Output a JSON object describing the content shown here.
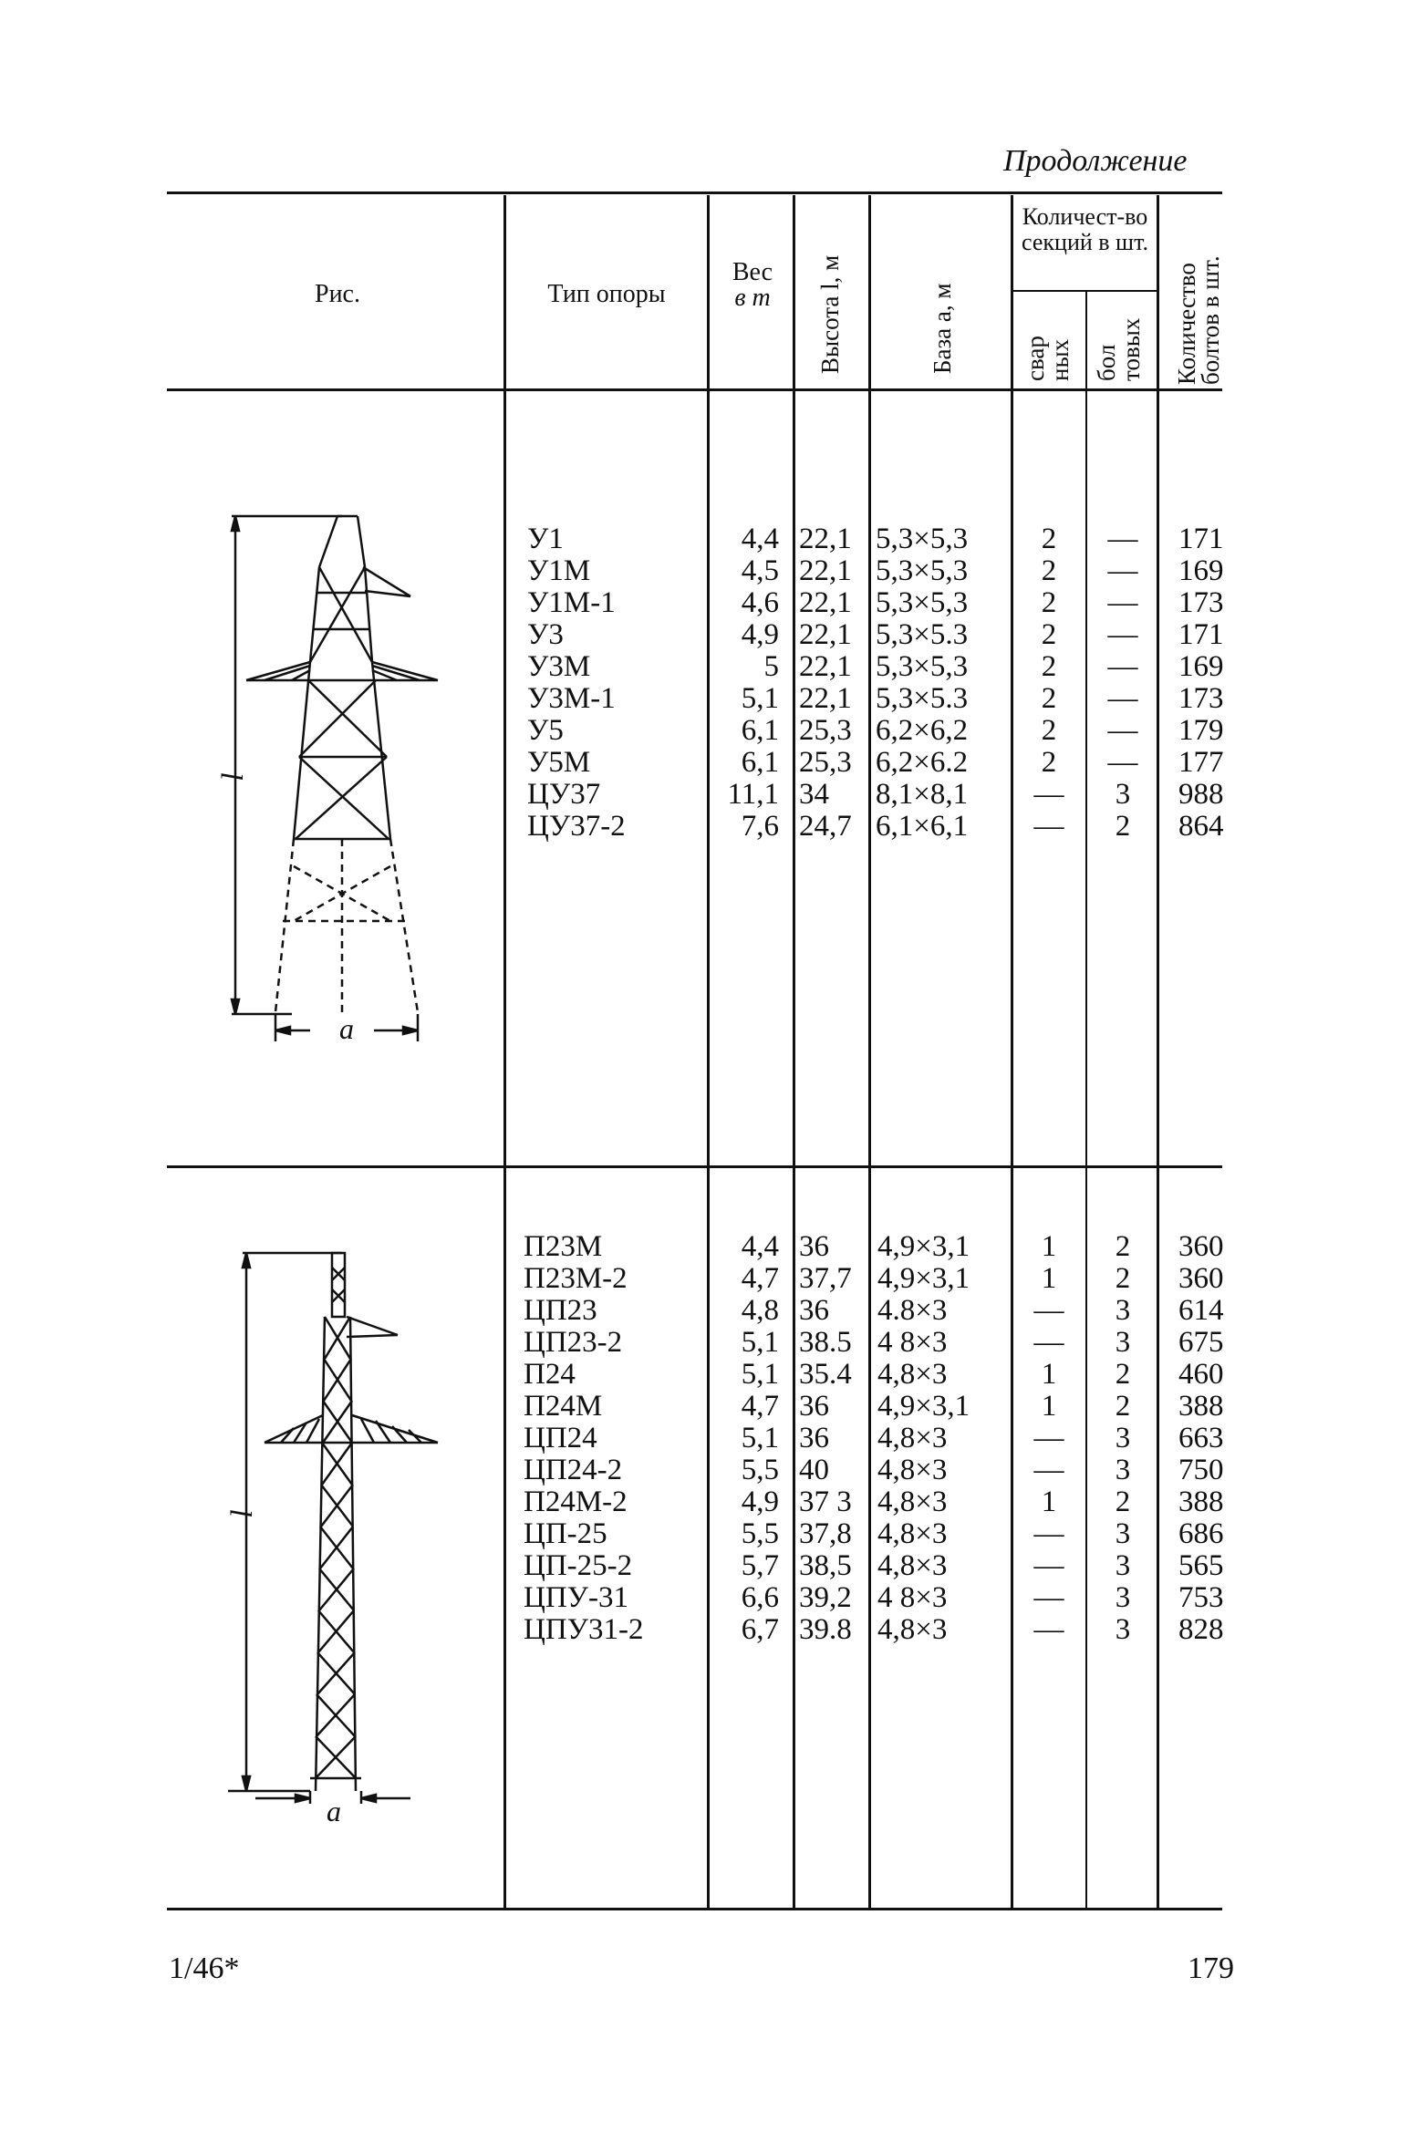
{
  "page": {
    "continuation": "Продолжение",
    "footer_left": "1/46*",
    "page_number": "179"
  },
  "header": {
    "fig": "Рис.",
    "type": "Тип опоры",
    "weight_line1": "Вес",
    "weight_line2": "в т",
    "height": "Высота l, м",
    "base": "База a, м",
    "sections": "Количест-во секций в шт.",
    "sections_welded": "свар ных",
    "sections_bolted": "бол товых",
    "bolts": "Количество болтов в шт."
  },
  "figures": {
    "label_l": "l",
    "label_a": "a"
  },
  "group1": {
    "types": [
      "У1",
      "У1М",
      "У1М-1",
      "У3",
      "У3М",
      "У3М-1",
      "У5",
      "У5М",
      "ЦУ37",
      "ЦУ37-2"
    ],
    "weights": [
      "4,4",
      "4,5",
      "4,6",
      "4,9",
      "5",
      "5,1",
      "6,1",
      "6,1",
      "11,1",
      "7,6"
    ],
    "heights": [
      "22,1",
      "22,1",
      "22,1",
      "22,1",
      "22,1",
      "22,1",
      "25,3",
      "25,3",
      "34",
      "24,7"
    ],
    "bases": [
      "5,3×5,3",
      "5,3×5,3",
      "5,3×5,3",
      "5,3×5.3",
      "5,3×5,3",
      "5,3×5.3",
      "6,2×6,2",
      "6,2×6.2",
      "8,1×8,1",
      "6,1×6,1"
    ],
    "welded": [
      "2",
      "2",
      "2",
      "2",
      "2",
      "2",
      "2",
      "2",
      "—",
      "—"
    ],
    "bolted": [
      "—",
      "—",
      "—",
      "—",
      "—",
      "—",
      "—",
      "—",
      "3",
      "2"
    ],
    "bolts": [
      "171",
      "169",
      "173",
      "171",
      "169",
      "173",
      "179",
      "177",
      "988",
      "864"
    ]
  },
  "group2": {
    "types": [
      "П23М",
      "П23М-2",
      "ЦП23",
      "ЦП23-2",
      "П24",
      "П24М",
      "ЦП24",
      "ЦП24-2",
      "П24М-2",
      "ЦП-25",
      "ЦП-25-2",
      "ЦПУ-31",
      "ЦПУ31-2"
    ],
    "weights": [
      "4,4",
      "4,7",
      "4,8",
      "5,1",
      "5,1",
      "4,7",
      "5,1",
      "5,5",
      "4,9",
      "5,5",
      "5,7",
      "6,6",
      "6,7"
    ],
    "heights": [
      "36",
      "37,7",
      "36",
      "38.5",
      "35.4",
      "36",
      "36",
      "40",
      "37 3",
      "37,8",
      "38,5",
      "39,2",
      "39.8"
    ],
    "bases": [
      "4,9×3,1",
      "4,9×3,1",
      "4.8×3",
      "4 8×3",
      "4,8×3",
      "4,9×3,1",
      "4,8×3",
      "4,8×3",
      "4,8×3",
      "4,8×3",
      "4,8×3",
      "4 8×3",
      "4,8×3"
    ],
    "welded": [
      "1",
      "1",
      "—",
      "—",
      "1",
      "1",
      "—",
      "—",
      "1",
      "—",
      "—",
      "—",
      "—"
    ],
    "bolted": [
      "2",
      "2",
      "3",
      "3",
      "2",
      "2",
      "3",
      "3",
      "2",
      "3",
      "3",
      "3",
      "3"
    ],
    "bolts": [
      "360",
      "360",
      "614",
      "675",
      "460",
      "388",
      "663",
      "750",
      "388",
      "686",
      "565",
      "753",
      "828"
    ]
  }
}
